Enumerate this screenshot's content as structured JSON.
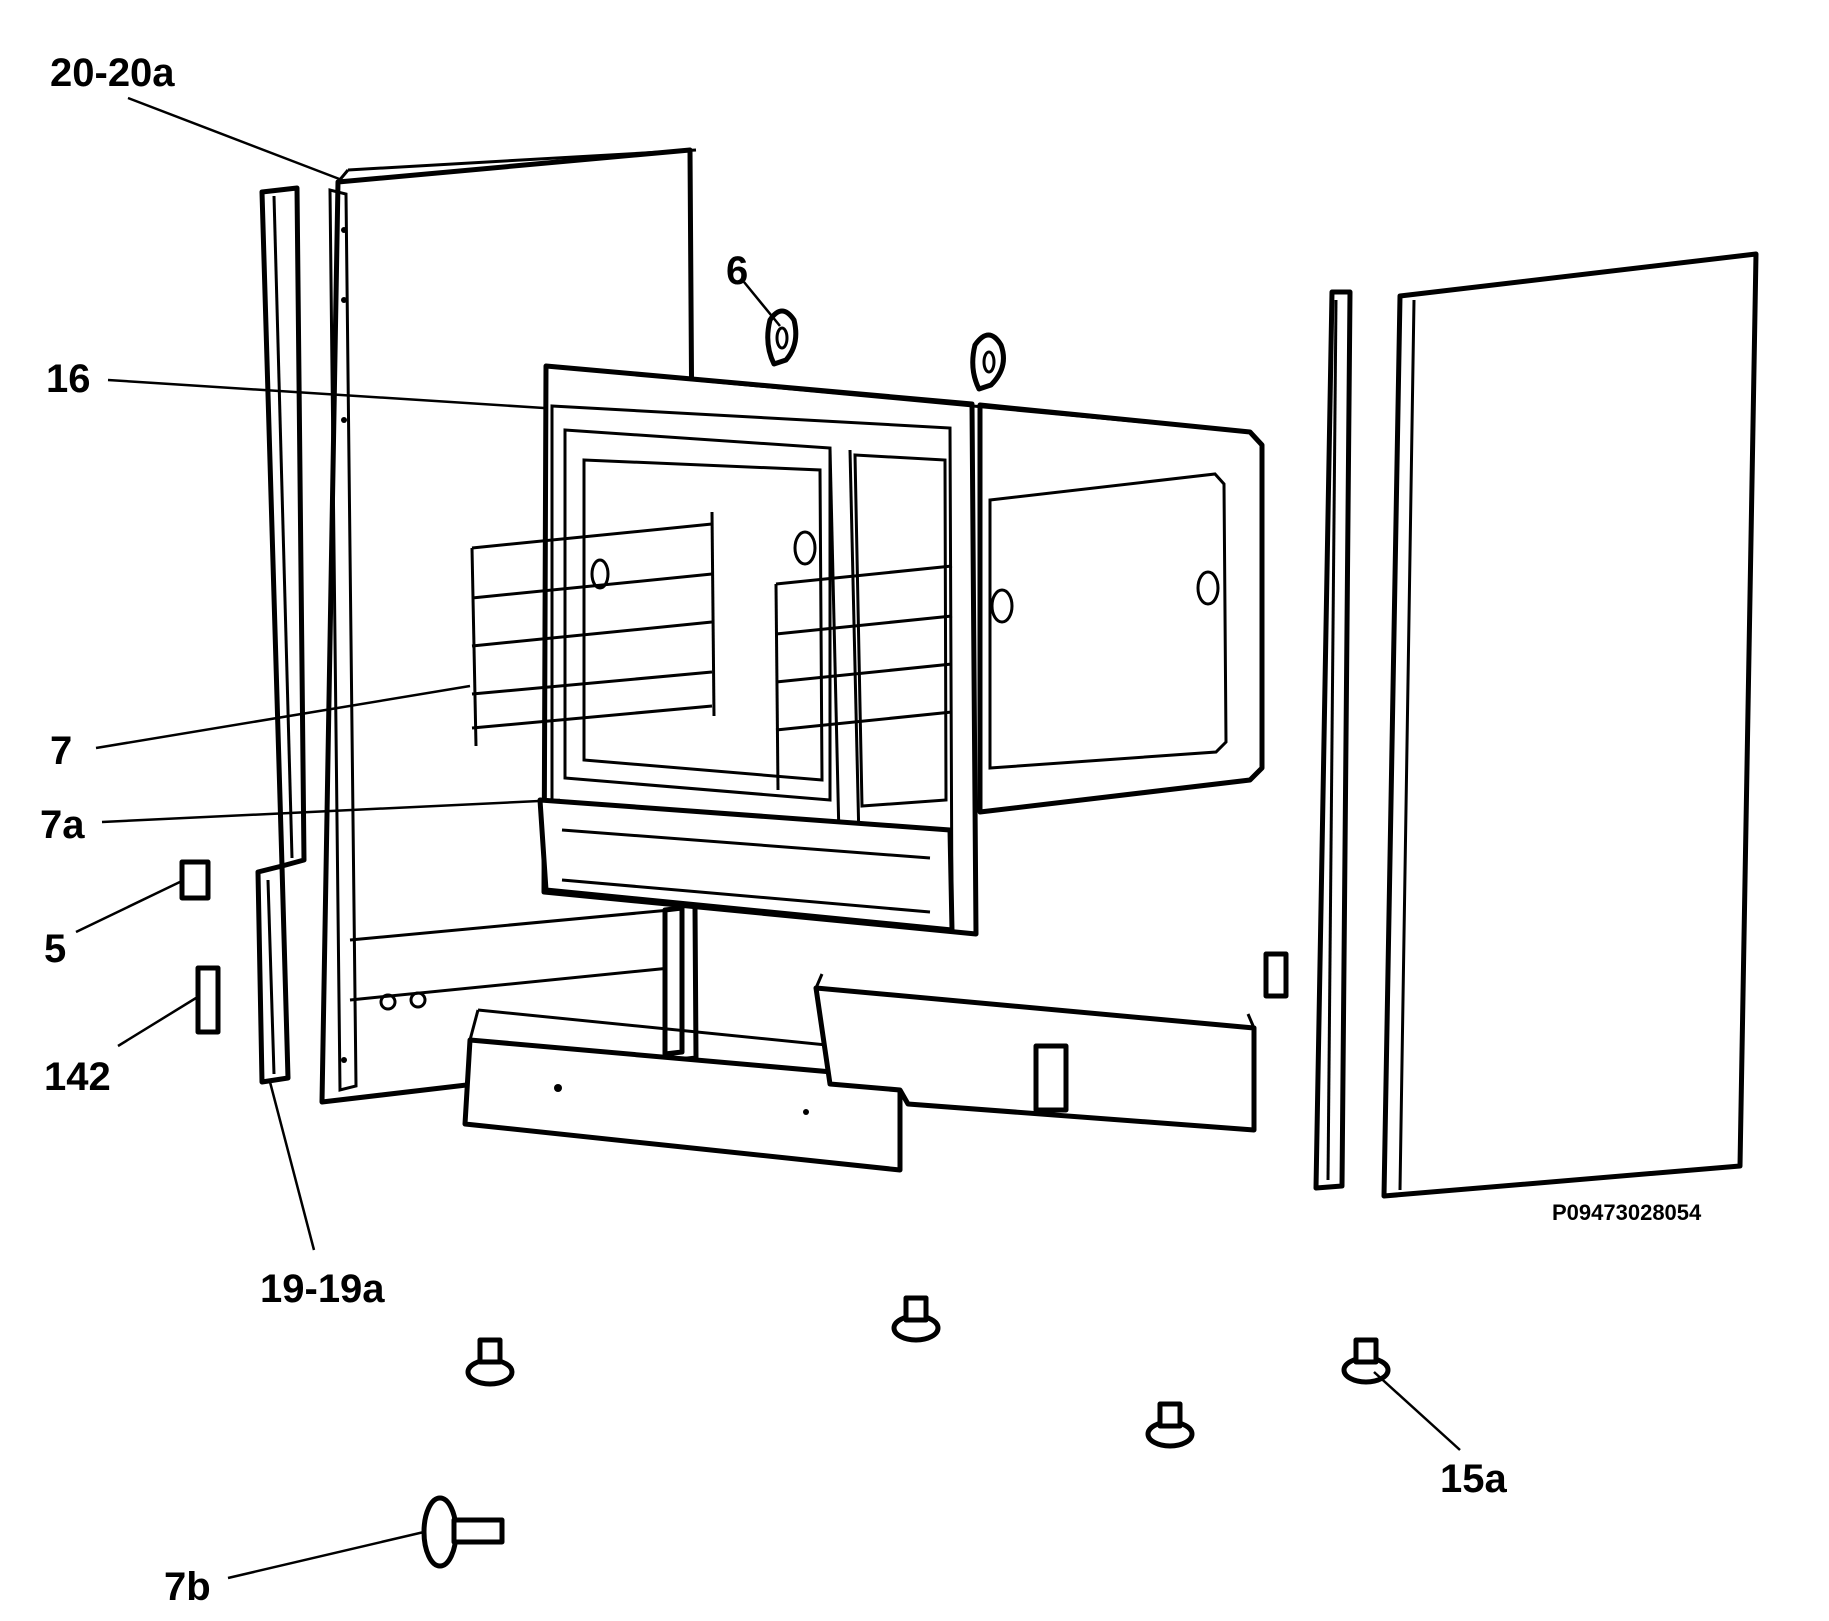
{
  "diagram": {
    "reference_code": "P09473028054",
    "callouts": [
      {
        "id": "20-20a",
        "label": "20-20a"
      },
      {
        "id": "16",
        "label": "16"
      },
      {
        "id": "6",
        "label": "6"
      },
      {
        "id": "7",
        "label": "7"
      },
      {
        "id": "7a",
        "label": "7a"
      },
      {
        "id": "5",
        "label": "5"
      },
      {
        "id": "142",
        "label": "142"
      },
      {
        "id": "19-19a",
        "label": "19-19a"
      },
      {
        "id": "15a",
        "label": "15a"
      },
      {
        "id": "7b",
        "label": "7b"
      }
    ]
  }
}
